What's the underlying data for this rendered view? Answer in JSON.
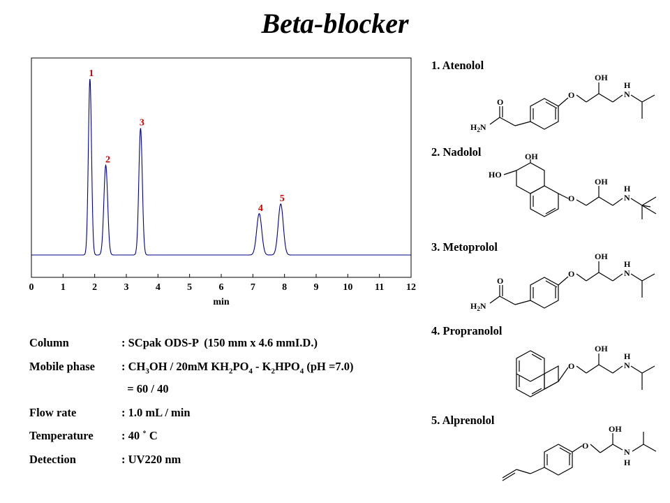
{
  "title": "Beta-blocker",
  "chart_data": {
    "type": "line",
    "xlabel": "min",
    "xlim": [
      0,
      12
    ],
    "xticks": [
      0,
      1,
      2,
      3,
      4,
      5,
      6,
      7,
      8,
      9,
      10,
      11,
      12
    ],
    "ylim": [
      0,
      1.1
    ],
    "grid": false,
    "baseline": 0.0,
    "line_color": "#00008b",
    "label_color": "#cc0000",
    "peaks": [
      {
        "label": "1",
        "rt": 1.85,
        "height": 1.0,
        "width": 0.05
      },
      {
        "label": "2",
        "rt": 2.35,
        "height": 0.51,
        "width": 0.06
      },
      {
        "label": "3",
        "rt": 3.45,
        "height": 0.72,
        "width": 0.055
      },
      {
        "label": "4",
        "rt": 7.2,
        "height": 0.235,
        "width": 0.08
      },
      {
        "label": "5",
        "rt": 7.88,
        "height": 0.29,
        "width": 0.08
      }
    ]
  },
  "conditions": [
    {
      "label": "Column",
      "value_html": ": SCpak ODS-P  (150 mm x 4.6 mmI.D.)"
    },
    {
      "label": "Mobile phase",
      "value_html": ": CH<sub>3</sub>OH / 20mM KH<sub>2</sub>PO<sub>4</sub> - K<sub>2</sub>HPO<sub>4</sub> (pH =7.0)"
    },
    {
      "label": "",
      "value_html": "  = 60 / 40"
    },
    {
      "label": "Flow rate",
      "value_html": ": 1.0 mL / min"
    },
    {
      "label": "Temperature",
      "value_html": ": 40 ˚ C"
    },
    {
      "label": "Detection",
      "value_html": ": UV220 nm"
    }
  ],
  "compounds": [
    {
      "name": "1. Atenolol"
    },
    {
      "name": "2. Nadolol"
    },
    {
      "name": "3. Metoprolol"
    },
    {
      "name": "4. Propranolol"
    },
    {
      "name": "5. Alprenolol"
    }
  ],
  "structure_labels": {
    "oh": "OH",
    "h": "H",
    "n": "N",
    "o": "O",
    "ho": "HO",
    "h2n": "H",
    "h2n_sub": "2",
    "h2n_n": "N"
  }
}
